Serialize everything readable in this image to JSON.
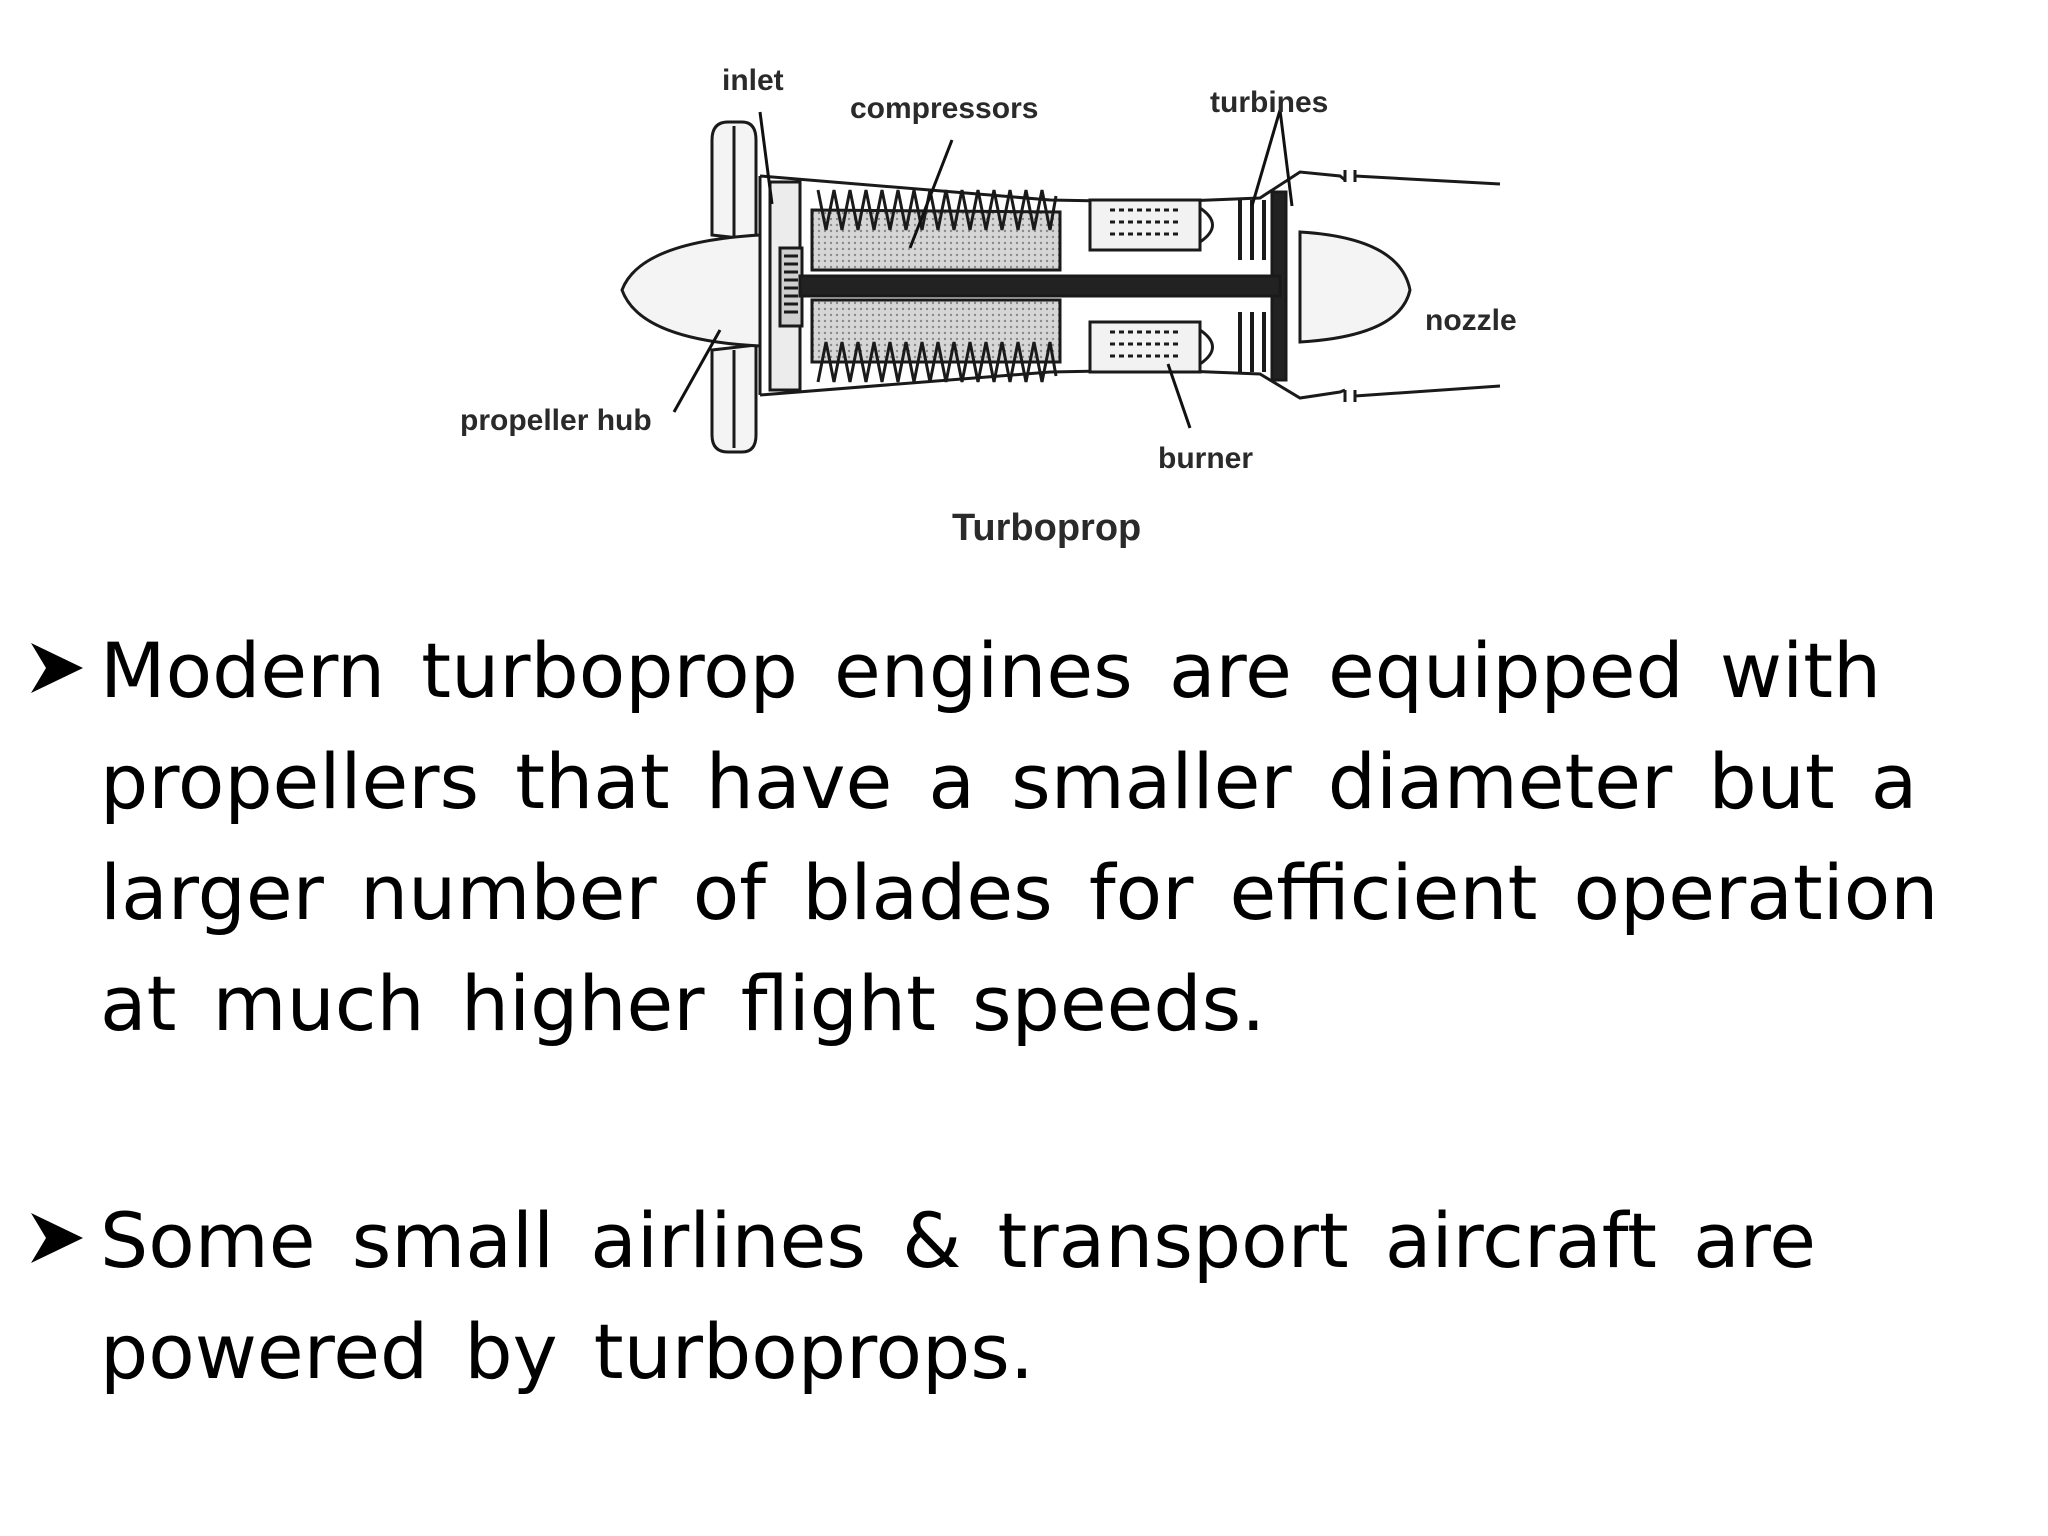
{
  "diagram": {
    "caption": "Turboprop",
    "labels": {
      "inlet": "inlet",
      "compressors": "compressors",
      "turbines": "turbines",
      "nozzle": "nozzle",
      "propeller_hub": "propeller hub",
      "burner": "burner"
    }
  },
  "bullets": [
    {
      "text": "Modern turboprop engines are equipped with propellers that have a smaller diameter but a larger number of blades for efficient operation at much higher flight speeds."
    },
    {
      "text": "Some small airlines & transport aircraft are powered by turboprops."
    }
  ],
  "icons": {
    "bullet": "arrowhead-bullet-icon"
  }
}
